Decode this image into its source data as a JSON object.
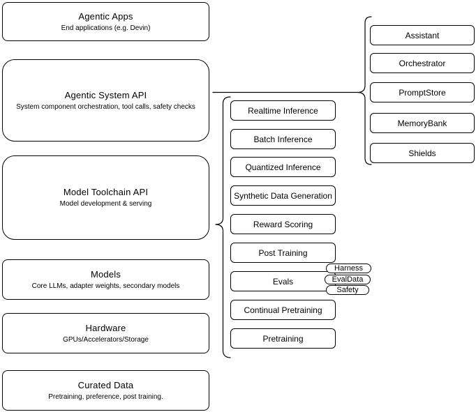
{
  "diagram": {
    "left_stack": [
      {
        "title": "Agentic Apps",
        "subtitle": "End applications (e.g. Devin)"
      },
      {
        "title": "Agentic System API",
        "subtitle": "System component orchestration, tool calls, safety checks"
      },
      {
        "title": "Model Toolchain API",
        "subtitle": "Model development & serving"
      },
      {
        "title": "Models",
        "subtitle": "Core LLMs, adapter weights, secondary models"
      },
      {
        "title": "Hardware",
        "subtitle": "GPUs/Accelerators/Storage"
      },
      {
        "title": "Curated Data",
        "subtitle": "Pretraining, preference, post training."
      }
    ],
    "toolchain_services": [
      "Realtime Inference",
      "Batch Inference",
      "Quantized Inference",
      "Synthetic Data Generation",
      "Reward Scoring",
      "Post Training",
      "Evals",
      "Continual Pretraining",
      "Pretraining"
    ],
    "eval_tags": [
      "Harness",
      "EvalData",
      "Safety"
    ],
    "system_components": [
      "Assistant",
      "Orchestrator",
      "PromptStore",
      "MemoryBank",
      "Shields"
    ],
    "colors": {
      "border": "#000000",
      "background": "#ffffff",
      "text": "#000000"
    }
  }
}
